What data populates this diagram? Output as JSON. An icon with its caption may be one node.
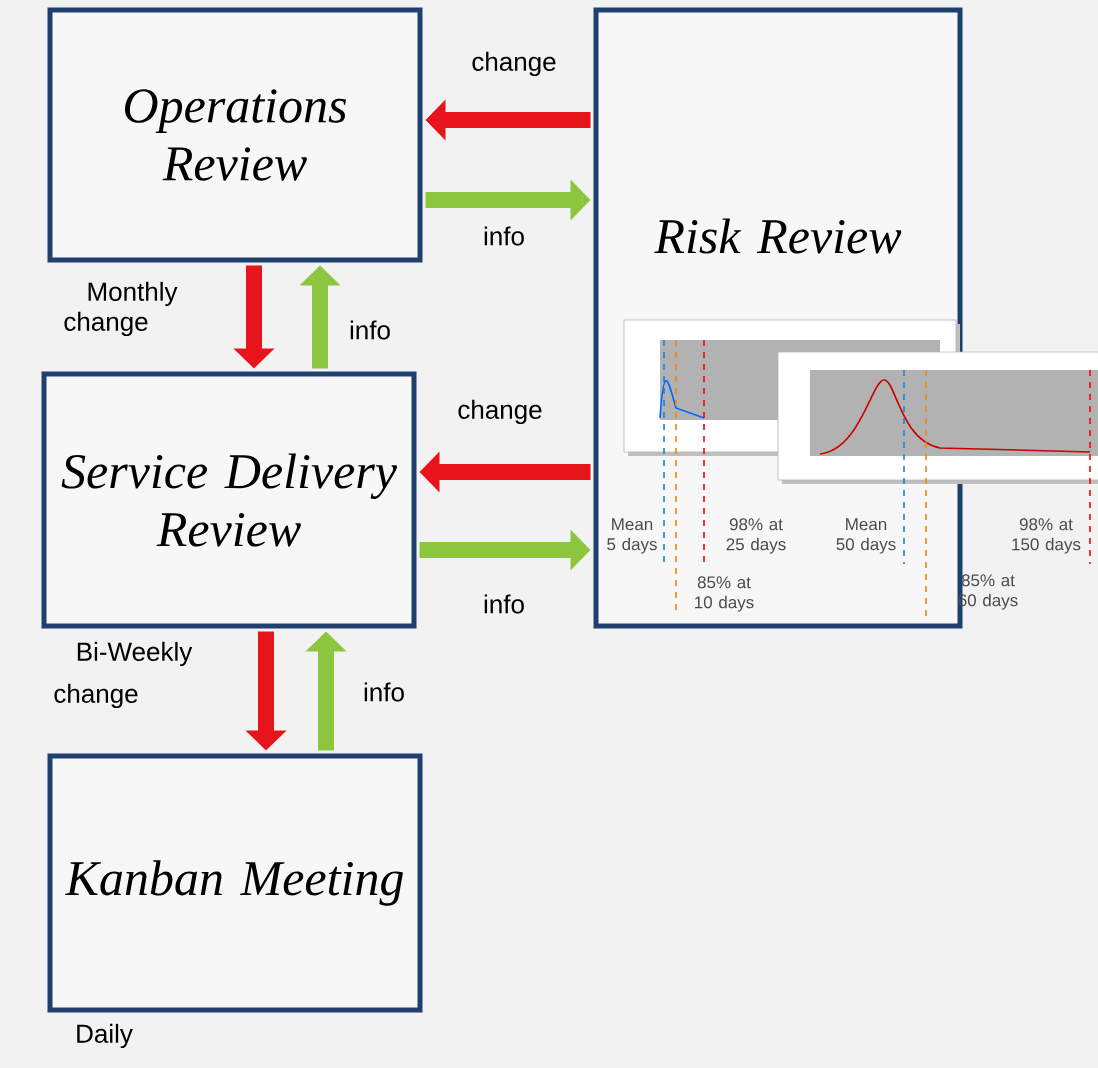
{
  "diagram": {
    "nodes": [
      {
        "text": [
          "Operations Review"
        ],
        "beside": [
          "Monthly"
        ]
      },
      {
        "text": [
          "Service Delivery Review"
        ],
        "beside": [
          "Bi-Weekly"
        ]
      },
      {
        "text": [
          "Kanban Meeting"
        ],
        "beside": [
          "Daily"
        ]
      },
      {
        "text": [
          "Risk Review"
        ]
      }
    ],
    "edges": [
      {
        "from": 3,
        "to": 0,
        "arrow": "to",
        "label": "change",
        "color": "#e8141c"
      },
      {
        "from": 0,
        "to": 3,
        "arrow": "to",
        "label": "info",
        "color": "#8cc63f"
      },
      {
        "from": 0,
        "to": 1,
        "arrow": "to",
        "label": "change",
        "color": "#e8141c"
      },
      {
        "from": 1,
        "to": 0,
        "arrow": "to",
        "label": "info",
        "color": "#8cc63f"
      },
      {
        "from": 3,
        "to": 1,
        "arrow": "to",
        "label": "change",
        "color": "#e8141c"
      },
      {
        "from": 1,
        "to": 3,
        "arrow": "to",
        "label": "info",
        "color": "#8cc63f"
      },
      {
        "from": 1,
        "to": 2,
        "arrow": "to",
        "label": "change",
        "color": "#e8141c"
      },
      {
        "from": 2,
        "to": 1,
        "arrow": "to",
        "label": "info",
        "color": "#8cc63f"
      }
    ],
    "labels": [
      "Mean 5 days",
      "98% at 25 days",
      "Mean 50 days",
      "98% at 150 days",
      "85% at 10 days",
      "85% at 60 days"
    ]
  }
}
